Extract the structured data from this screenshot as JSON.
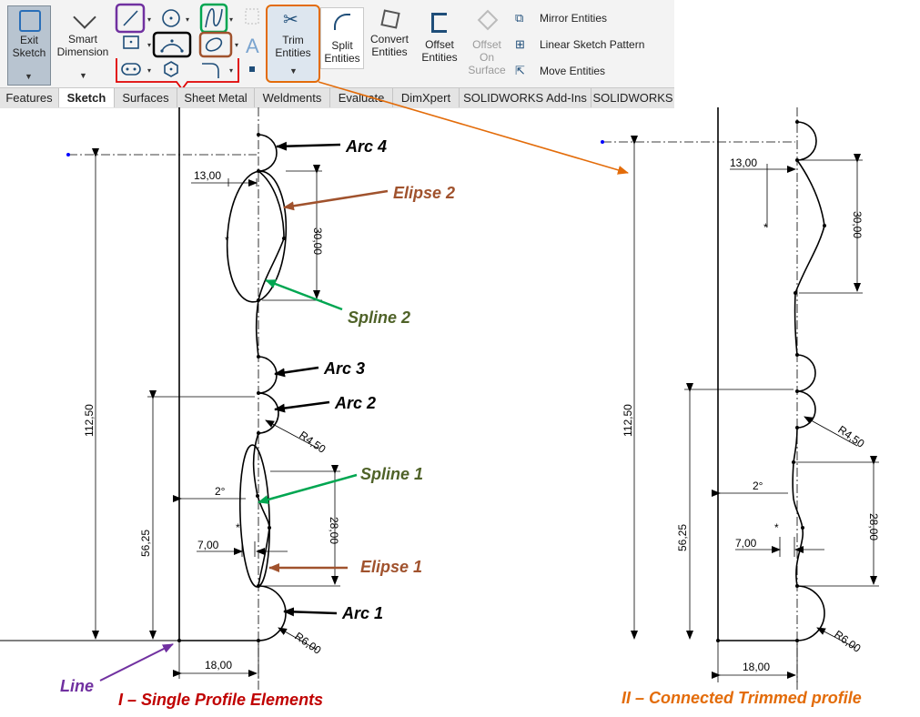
{
  "ribbon": {
    "exit_sketch": "Exit Sketch",
    "smart_dimension": "Smart Dimension",
    "trim_entities": "Trim Entities",
    "split_entities": "Split Entities",
    "convert_entities": "Convert Entities",
    "offset_entities": "Offset Entities",
    "offset_on_surface": "Offset On Surface",
    "mirror_entities": "Mirror Entities",
    "linear_sketch_pattern": "Linear Sketch Pattern",
    "move_entities": "Move Entities"
  },
  "tabs": [
    "Features",
    "Sketch",
    "Surfaces",
    "Sheet Metal",
    "Weldments",
    "Evaluate",
    "DimXpert",
    "SOLIDWORKS Add-Ins",
    "SOLIDWORKS"
  ],
  "active_tab": "Sketch",
  "left_profile": {
    "caption": "I – Single Profile Elements",
    "labels": {
      "arc4": "Arc 4",
      "ellipse2": "Elipse 2",
      "spline2": "Spline 2",
      "arc3": "Arc 3",
      "arc2": "Arc 2",
      "spline1": "Spline 1",
      "ellipse1": "Elipse 1",
      "arc1": "Arc 1",
      "line": "Line"
    },
    "dims": {
      "d13": "13,00",
      "d30": "30,00",
      "d112": "112,50",
      "d56": "56,25",
      "r450": "R4,50",
      "ang": "2°",
      "d7": "7,00",
      "d28": "28,00",
      "r6": "R6,00",
      "d18": "18,00"
    }
  },
  "right_profile": {
    "caption": "II – Connected Trimmed profile",
    "dims": {
      "d13": "13,00",
      "d30": "30,00",
      "d112": "112,50",
      "d56": "56,25",
      "r450": "R4,50",
      "ang": "2°",
      "d7": "7,00",
      "d28": "28,00",
      "r6": "R6,00",
      "d18": "18,00"
    }
  },
  "colors": {
    "purple": "#7030a0",
    "brown": "#a0522d",
    "green": "#00a651",
    "red": "#c00000",
    "orange": "#e36c0a",
    "olive": "#4f6228",
    "caption_red": "#c00000",
    "caption_orange": "#e36c0a"
  }
}
